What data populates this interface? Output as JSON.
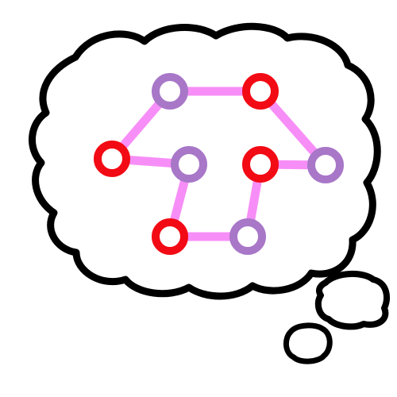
{
  "colors": {
    "background": "#ffffff",
    "cloud_fill": "#ffffff",
    "cloud_outline": "#000000",
    "edge": "#f78ef7",
    "node_red": "#f20a14",
    "node_purple": "#a877c8"
  },
  "graph": {
    "nodes": [
      {
        "id": "n1",
        "color": "purple"
      },
      {
        "id": "n2",
        "color": "red"
      },
      {
        "id": "n3",
        "color": "red"
      },
      {
        "id": "n4",
        "color": "purple"
      },
      {
        "id": "n5",
        "color": "red"
      },
      {
        "id": "n6",
        "color": "purple"
      },
      {
        "id": "n7",
        "color": "red"
      },
      {
        "id": "n8",
        "color": "purple"
      }
    ],
    "edges": [
      [
        "n1",
        "n2"
      ],
      [
        "n1",
        "n3"
      ],
      [
        "n2",
        "n6"
      ],
      [
        "n3",
        "n4"
      ],
      [
        "n4",
        "n7"
      ],
      [
        "n7",
        "n8"
      ],
      [
        "n8",
        "n5"
      ],
      [
        "n5",
        "n6"
      ]
    ]
  }
}
